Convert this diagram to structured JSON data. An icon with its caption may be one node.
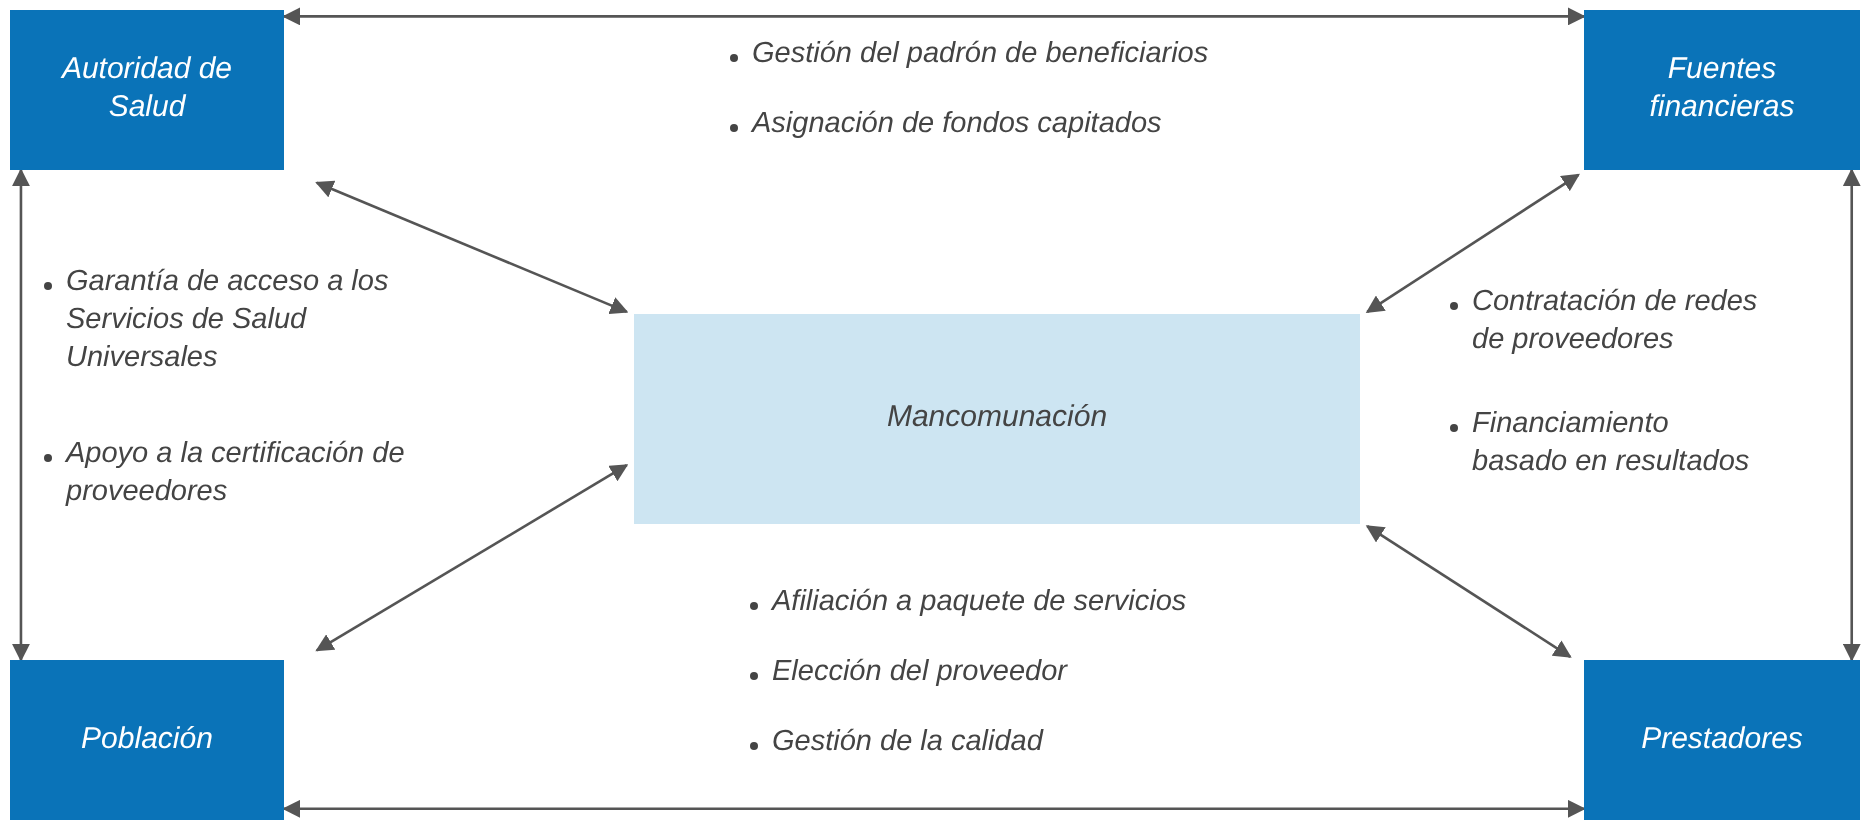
{
  "diagram": {
    "nodes": [
      {
        "text": [
          "Autoridad de Salud"
        ]
      },
      {
        "text": [
          "Fuentes financieras"
        ]
      },
      {
        "text": [
          "Mancomunación"
        ]
      },
      {
        "text": [
          "Población"
        ]
      },
      {
        "text": [
          "Prestadores"
        ]
      }
    ],
    "edges": [
      {
        "from": 0,
        "to": 1,
        "arrow": "both"
      },
      {
        "from": 0,
        "to": 3,
        "arrow": "both"
      },
      {
        "from": 1,
        "to": 4,
        "arrow": "both"
      },
      {
        "from": 3,
        "to": 4,
        "arrow": "both"
      },
      {
        "from": 0,
        "to": 2,
        "arrow": "both"
      },
      {
        "from": 1,
        "to": 2,
        "arrow": "both"
      },
      {
        "from": 3,
        "to": 2,
        "arrow": "both"
      },
      {
        "from": 4,
        "to": 2,
        "arrow": "both"
      }
    ],
    "labels": [
      "Gestión del padrón de beneficiarios",
      "Asignación de fondos capitados",
      "Garantía de acceso a los Servicios de Salud Universales",
      "Apoyo a la certificación de proveedores",
      "Contratación de redes de proveedores",
      "Financiamiento basado en resultados",
      "Afiliación a paquete de servicios",
      "Elección del proveedor",
      "Gestión de la calidad"
    ]
  }
}
